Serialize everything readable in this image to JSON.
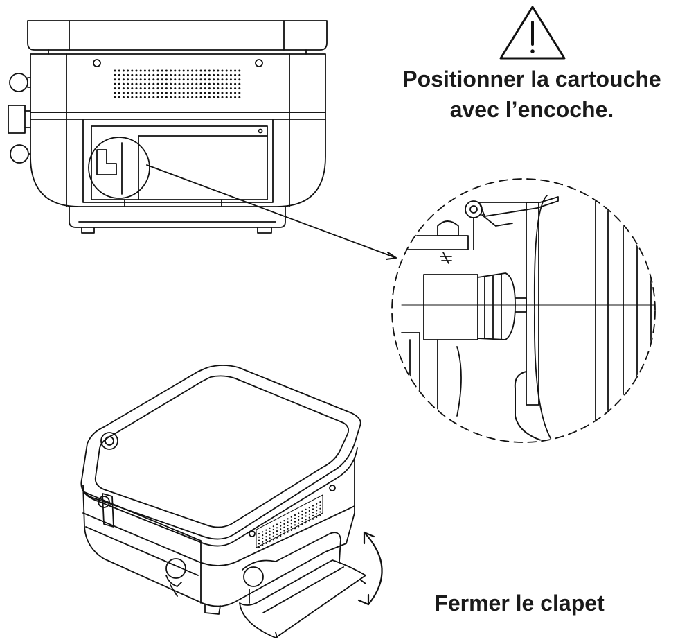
{
  "warning": {
    "line1": "Positionner la cartouche",
    "line2": "avec l’encoche."
  },
  "instruction": {
    "label": "Fermer le clapet"
  },
  "icons": {
    "warning": "warning-triangle-icon",
    "arrow": "rotation-arrow-icon"
  },
  "colors": {
    "line": "#111111",
    "text": "#1a1a1a",
    "background": "#ffffff"
  }
}
